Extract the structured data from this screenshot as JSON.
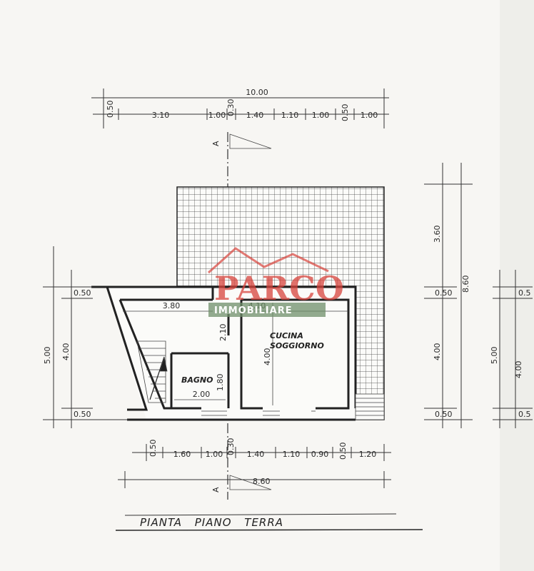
{
  "top_dimensions": {
    "overall": "10.00",
    "segments": [
      "0.50",
      "3.10",
      "1.00",
      "0.30",
      "1.40",
      "1.10",
      "1.00",
      "0.50",
      "1.00"
    ]
  },
  "bottom_dimensions": {
    "overall": "8.60",
    "segments": [
      "0.50",
      "1.60",
      "1.00",
      "0.30",
      "1.40",
      "1.10",
      "0.90",
      "0.50",
      "1.20"
    ]
  },
  "left_dimensions": {
    "overall": "5.00",
    "segments": [
      "0.50",
      "4.00",
      "0.50"
    ]
  },
  "right_dimensions": {
    "overall": "8.60",
    "segments": [
      "3.60",
      "0.50",
      "4.00",
      "0.50"
    ]
  },
  "far_right_dimensions": {
    "overall": "5.00",
    "segments": [
      "0.5",
      "4.00",
      "0.5"
    ]
  },
  "interior_dimensions": {
    "stair_width": "3.80",
    "kitchen_width": "4.10",
    "bath_width": "2.00",
    "bath_height": "1.80",
    "corridor_height": "2.10",
    "kitchen_height": "4.00"
  },
  "rooms": {
    "kitchen_line1": "CUCINA",
    "kitchen_line2": "SOGGIORNO",
    "bath": "BAGNO"
  },
  "section_marker": "A",
  "title": "PIANTA PIANO TERRA",
  "watermark": {
    "brand": "PARCO",
    "subtitle": "IMMOBILIARE"
  },
  "colors": {
    "ink": "#2a2a2a",
    "paper": "#f7f6f3",
    "watermark_red": "#d8433c",
    "watermark_green": "#6f8f6a"
  }
}
